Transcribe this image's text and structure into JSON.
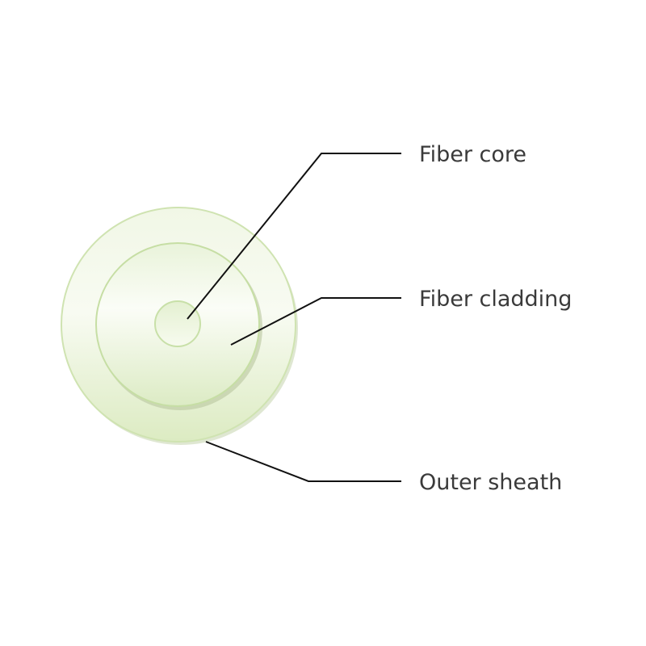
{
  "diagram": {
    "labels": {
      "core": "Fiber core",
      "cladding": "Fiber cladding",
      "sheath": "Outer sheath"
    },
    "colors": {
      "fill_light": "#ffffff",
      "fill_green": "#dcebc2",
      "outline": "#c8e0a8",
      "shadow": "#b5c59a",
      "leader_line": "#111111",
      "label_text": "#3a3a3a"
    }
  }
}
